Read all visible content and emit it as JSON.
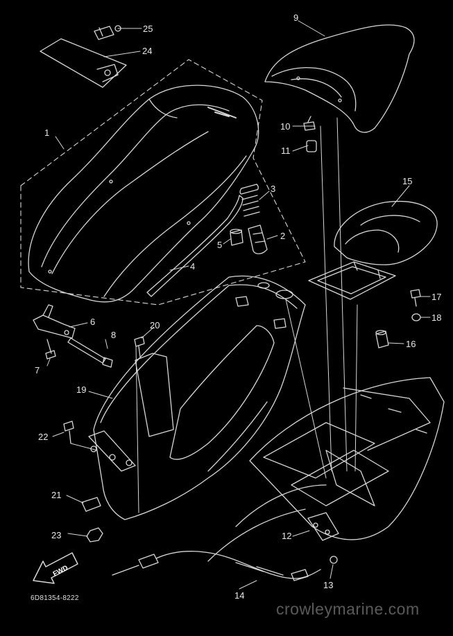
{
  "callouts": [
    {
      "id": "c1",
      "text": "1"
    },
    {
      "id": "c2",
      "text": "2"
    },
    {
      "id": "c3",
      "text": "3"
    },
    {
      "id": "c4",
      "text": "4"
    },
    {
      "id": "c5",
      "text": "5"
    },
    {
      "id": "c6",
      "text": "6"
    },
    {
      "id": "c7",
      "text": "7"
    },
    {
      "id": "c8",
      "text": "8"
    },
    {
      "id": "c9",
      "text": "9"
    },
    {
      "id": "c10",
      "text": "10"
    },
    {
      "id": "c11",
      "text": "11"
    },
    {
      "id": "c12",
      "text": "12"
    },
    {
      "id": "c13",
      "text": "13"
    },
    {
      "id": "c14",
      "text": "14"
    },
    {
      "id": "c15",
      "text": "15"
    },
    {
      "id": "c16",
      "text": "16"
    },
    {
      "id": "c17",
      "text": "17"
    },
    {
      "id": "c18",
      "text": "18"
    },
    {
      "id": "c19",
      "text": "19"
    },
    {
      "id": "c20",
      "text": "20"
    },
    {
      "id": "c21",
      "text": "21"
    },
    {
      "id": "c22",
      "text": "22"
    },
    {
      "id": "c23",
      "text": "23"
    },
    {
      "id": "c24",
      "text": "24"
    },
    {
      "id": "c25",
      "text": "25"
    }
  ],
  "fwd_label": "FWD",
  "part_code": "6D81354-8222",
  "watermark": "crowleymarine.com",
  "colors": {
    "background": "#000000",
    "line": "#d8d8d8",
    "text": "#e8e8e8",
    "watermark": "#5a5a5a"
  }
}
